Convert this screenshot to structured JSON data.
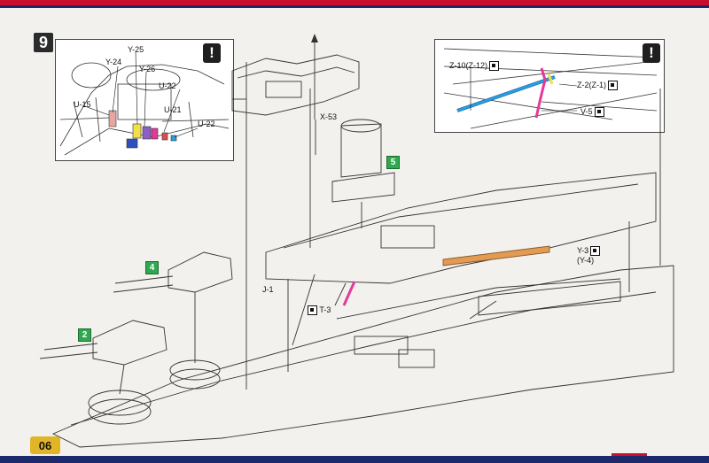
{
  "colors": {
    "top_band": "#c8102e",
    "accent_navy": "#1c2a6b",
    "step_badge_green": "#2fa84f",
    "page_tab": "#e0b526",
    "part_orange": "#e39a52",
    "part_blue": "#2b9fe0",
    "part_pink": "#e5399a"
  },
  "step": {
    "number": "9"
  },
  "warnings": {
    "left_inset": "!",
    "right_inset": "!"
  },
  "left_inset": {
    "labels": [
      "Y-25",
      "Y-24",
      "Y-26",
      "U-22",
      "U-21",
      "U-15",
      "U-22"
    ]
  },
  "right_inset": {
    "labels": [
      "Z-10(Z-12)",
      "Z-2(Z-1)",
      "V-5"
    ]
  },
  "main": {
    "labels": {
      "x53": "X-53",
      "j1": "J-1",
      "t3": "T-3",
      "y3": "Y-3",
      "y4": "(Y-4)"
    },
    "badges": {
      "turret_front": "2",
      "turret_rear": "4",
      "funnel": "5"
    }
  },
  "footer": {
    "page_number": "06"
  }
}
